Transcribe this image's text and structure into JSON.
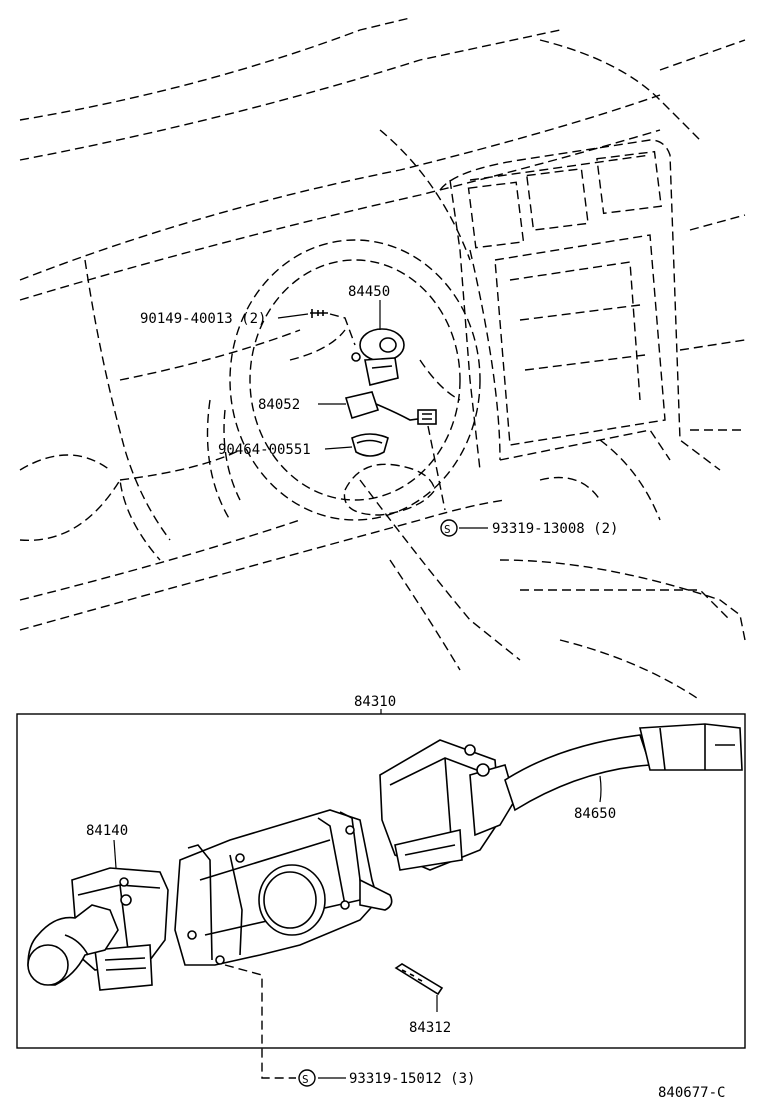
{
  "diagram": {
    "labels": {
      "p84450": "84450",
      "p90149": "90149-40013 (2)",
      "p84052": "84052",
      "p90464": "90464-00551",
      "p93319a": "93319-13008 (2)",
      "p84310": "84310",
      "p84140": "84140",
      "p84650": "84650",
      "p84312": "84312",
      "p93319b": "93319-15012 (3)"
    },
    "s_symbol": "S",
    "figure_code": "840677-C"
  }
}
